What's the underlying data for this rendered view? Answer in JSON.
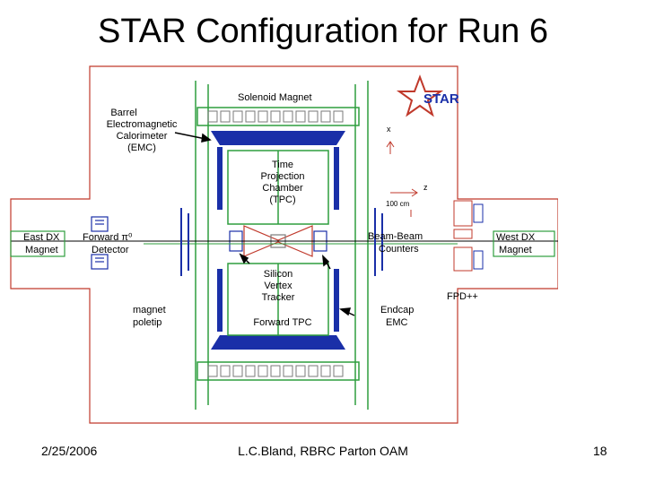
{
  "slide": {
    "title": "STAR Configuration for Run 6",
    "footer_date": "2/25/2006",
    "footer_center": "L.C.Bland, RBRC Parton OAM",
    "page_number": "18"
  },
  "diagram": {
    "logo_text": "STAR",
    "labels": {
      "solenoid_magnet": "Solenoid Magnet",
      "bemc_line1": "Barrel",
      "bemc_line2": "Electromagnetic",
      "bemc_line3": "Calorimeter",
      "bemc_line4": "(EMC)",
      "tpc_line1": "Time",
      "tpc_line2": "Projection",
      "tpc_line3": "Chamber",
      "tpc_line4": "(TPC)",
      "axis_z_vertical": "x",
      "axis_z_horizontal": "z",
      "scale": "100 cm",
      "east_dx_line1": "East DX",
      "east_dx_line2": "Magnet",
      "fpd_line1": "Forward π⁰",
      "fpd_line2": "Detector",
      "bbc_line1": "Beam-Beam",
      "bbc_line2": "Counters",
      "west_dx_line1": "West DX",
      "west_dx_line2": "Magnet",
      "svt_line1": "Silicon",
      "svt_line2": "Vertex",
      "svt_line3": "Tracker",
      "ftpc": "Forward TPC",
      "poletip_line1": "magnet",
      "poletip_line2": "poletip",
      "eemc_line1": "Endcap",
      "eemc_line2": "EMC",
      "fpd_west": "FPD++"
    },
    "colors": {
      "outline": "#c0392b",
      "green": "#2e9e3e",
      "blue": "#1a2fa8",
      "grey": "#7a7a7a",
      "beam": "#000000"
    }
  }
}
